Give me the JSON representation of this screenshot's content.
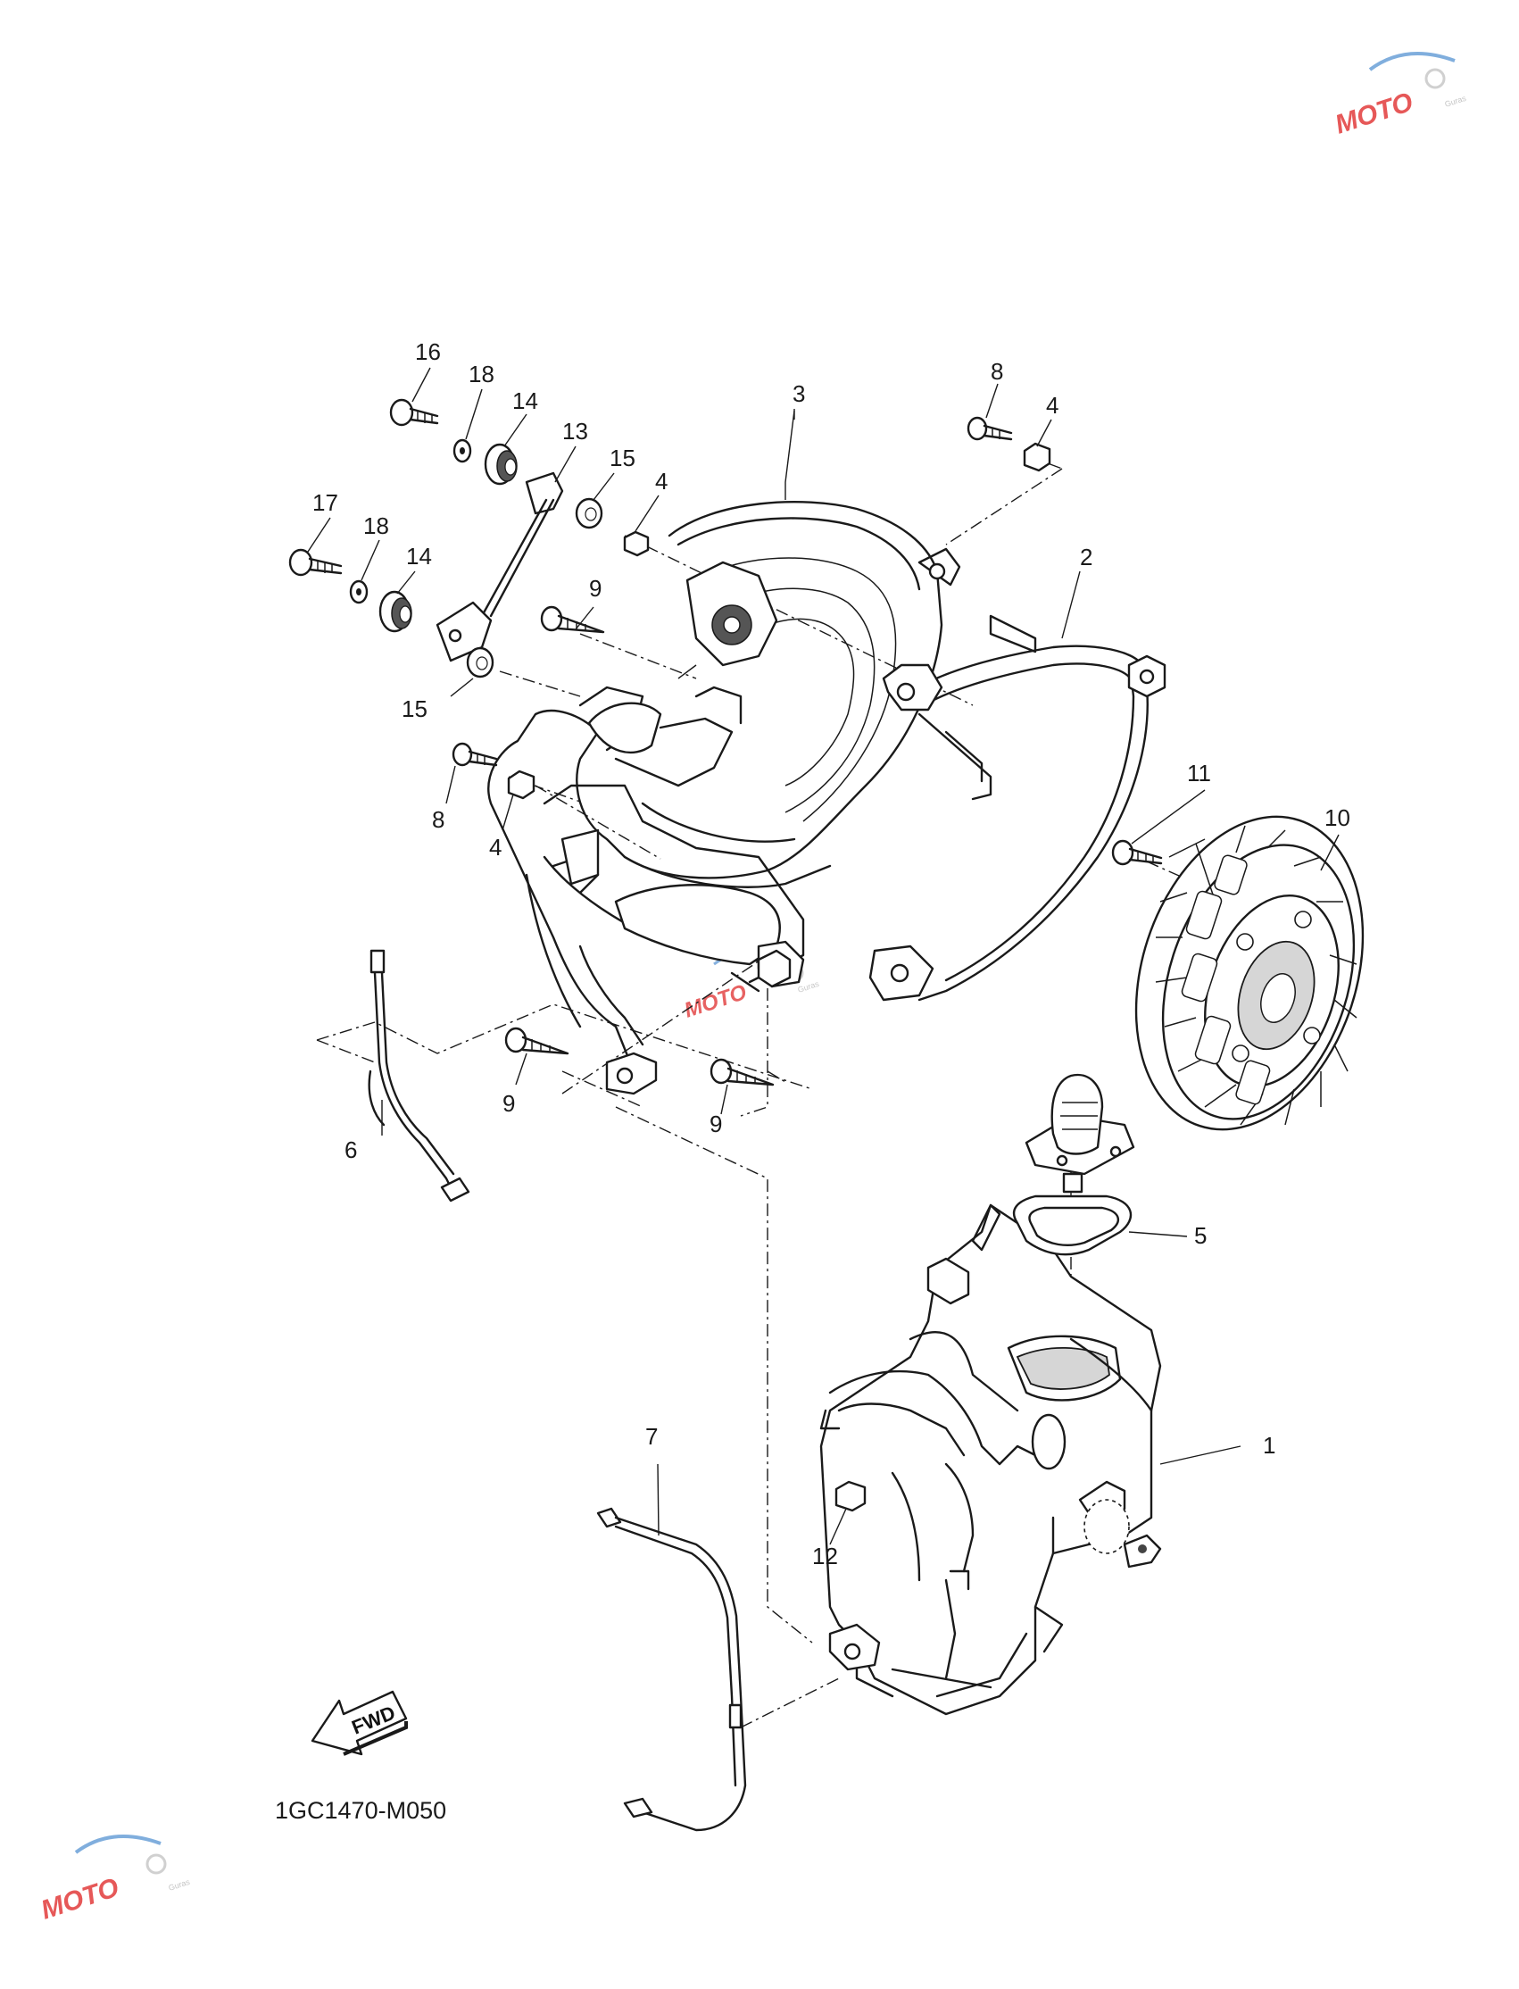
{
  "diagram": {
    "drawing_code": "1GC1470-M050",
    "fwd_label": "FWD",
    "watermark": {
      "brand": "MOTO",
      "small_text": "Guras"
    },
    "callouts": [
      {
        "id": "c1",
        "label": "1"
      },
      {
        "id": "c2",
        "label": "2"
      },
      {
        "id": "c3",
        "label": "3"
      },
      {
        "id": "c4a",
        "label": "4"
      },
      {
        "id": "c4b",
        "label": "4"
      },
      {
        "id": "c4c",
        "label": "4"
      },
      {
        "id": "c5",
        "label": "5"
      },
      {
        "id": "c6",
        "label": "6"
      },
      {
        "id": "c7",
        "label": "7"
      },
      {
        "id": "c8a",
        "label": "8"
      },
      {
        "id": "c8b",
        "label": "8"
      },
      {
        "id": "c9a",
        "label": "9"
      },
      {
        "id": "c9b",
        "label": "9"
      },
      {
        "id": "c9c",
        "label": "9"
      },
      {
        "id": "c10",
        "label": "10"
      },
      {
        "id": "c11",
        "label": "11"
      },
      {
        "id": "c12",
        "label": "12"
      },
      {
        "id": "c13",
        "label": "13"
      },
      {
        "id": "c14a",
        "label": "14"
      },
      {
        "id": "c14b",
        "label": "14"
      },
      {
        "id": "c15a",
        "label": "15"
      },
      {
        "id": "c15b",
        "label": "15"
      },
      {
        "id": "c16",
        "label": "16"
      },
      {
        "id": "c17",
        "label": "17"
      },
      {
        "id": "c18a",
        "label": "18"
      },
      {
        "id": "c18b",
        "label": "18"
      }
    ]
  }
}
